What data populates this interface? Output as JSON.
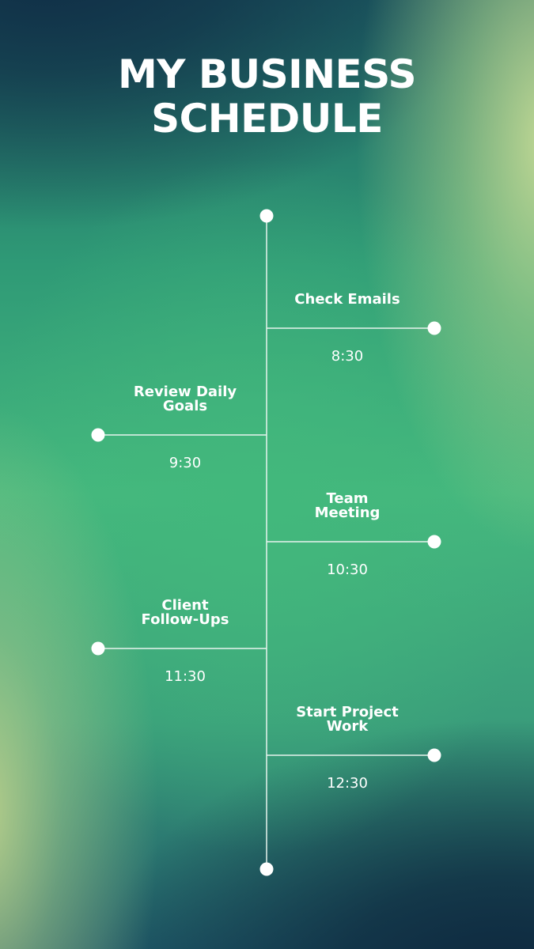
{
  "title": "MY BUSINESS\nSCHEDULE",
  "events": [
    {
      "label": "Check Emails",
      "time": "8:30"
    },
    {
      "label": "Review Daily\nGoals",
      "time": "9:30"
    },
    {
      "label": "Team\nMeeting",
      "time": "10:30"
    },
    {
      "label": "Client\nFollow-Ups",
      "time": "11:30"
    },
    {
      "label": "Start Project\nWork",
      "time": "12:30"
    }
  ],
  "colors": {
    "line": "#e8f4ee",
    "dot": "#ffffff",
    "text": "#ffffff",
    "background_mid": "#45b87e",
    "background_dark": "#10304a",
    "background_light": "#c6dc96"
  }
}
